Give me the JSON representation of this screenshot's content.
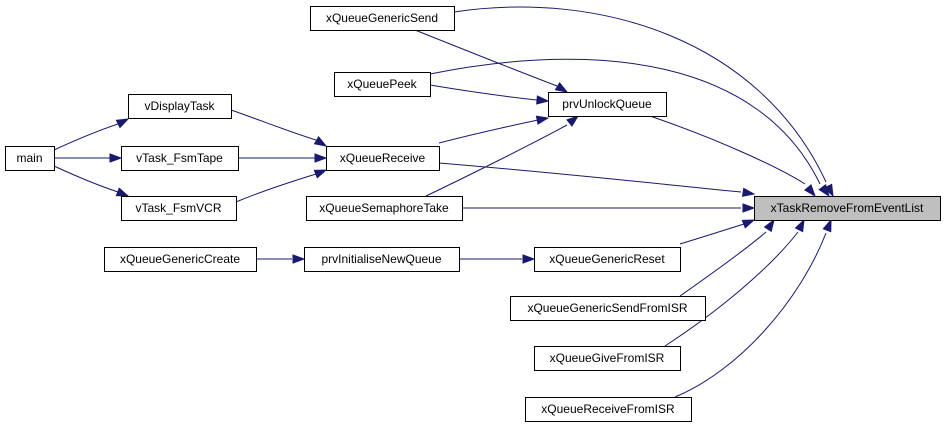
{
  "graph": {
    "colors": {
      "edge": "#191970",
      "node_fill": "#ffffff",
      "root_fill": "#bfbfbf",
      "border": "#000000"
    },
    "nodes": {
      "xQueueGenericSend": "xQueueGenericSend",
      "xQueuePeek": "xQueuePeek",
      "vDisplayTask": "vDisplayTask",
      "prvUnlockQueue": "prvUnlockQueue",
      "main": "main",
      "vTask_FsmTape": "vTask_FsmTape",
      "xQueueReceive": "xQueueReceive",
      "vTask_FsmVCR": "vTask_FsmVCR",
      "xQueueSemaphoreTake": "xQueueSemaphoreTake",
      "xTaskRemoveFromEventList": "xTaskRemoveFromEventList",
      "xQueueGenericCreate": "xQueueGenericCreate",
      "prvInitialiseNewQueue": "prvInitialiseNewQueue",
      "xQueueGenericReset": "xQueueGenericReset",
      "xQueueGenericSendFromISR": "xQueueGenericSendFromISR",
      "xQueueGiveFromISR": "xQueueGiveFromISR",
      "xQueueReceiveFromISR": "xQueueReceiveFromISR"
    },
    "root": "xTaskRemoveFromEventList",
    "edges": [
      [
        "main",
        "vDisplayTask"
      ],
      [
        "main",
        "vTask_FsmTape"
      ],
      [
        "main",
        "vTask_FsmVCR"
      ],
      [
        "vDisplayTask",
        "xQueueReceive"
      ],
      [
        "vTask_FsmTape",
        "xQueueReceive"
      ],
      [
        "vTask_FsmVCR",
        "xQueueReceive"
      ],
      [
        "xQueueGenericSend",
        "prvUnlockQueue"
      ],
      [
        "xQueuePeek",
        "prvUnlockQueue"
      ],
      [
        "xQueueReceive",
        "prvUnlockQueue"
      ],
      [
        "xQueueSemaphoreTake",
        "prvUnlockQueue"
      ],
      [
        "xQueueGenericSend",
        "xTaskRemoveFromEventList"
      ],
      [
        "xQueuePeek",
        "xTaskRemoveFromEventList"
      ],
      [
        "prvUnlockQueue",
        "xTaskRemoveFromEventList"
      ],
      [
        "xQueueReceive",
        "xTaskRemoveFromEventList"
      ],
      [
        "xQueueSemaphoreTake",
        "xTaskRemoveFromEventList"
      ],
      [
        "xQueueGenericReset",
        "xTaskRemoveFromEventList"
      ],
      [
        "xQueueGenericSendFromISR",
        "xTaskRemoveFromEventList"
      ],
      [
        "xQueueGiveFromISR",
        "xTaskRemoveFromEventList"
      ],
      [
        "xQueueReceiveFromISR",
        "xTaskRemoveFromEventList"
      ],
      [
        "xQueueGenericCreate",
        "prvInitialiseNewQueue"
      ],
      [
        "prvInitialiseNewQueue",
        "xQueueGenericReset"
      ]
    ]
  }
}
